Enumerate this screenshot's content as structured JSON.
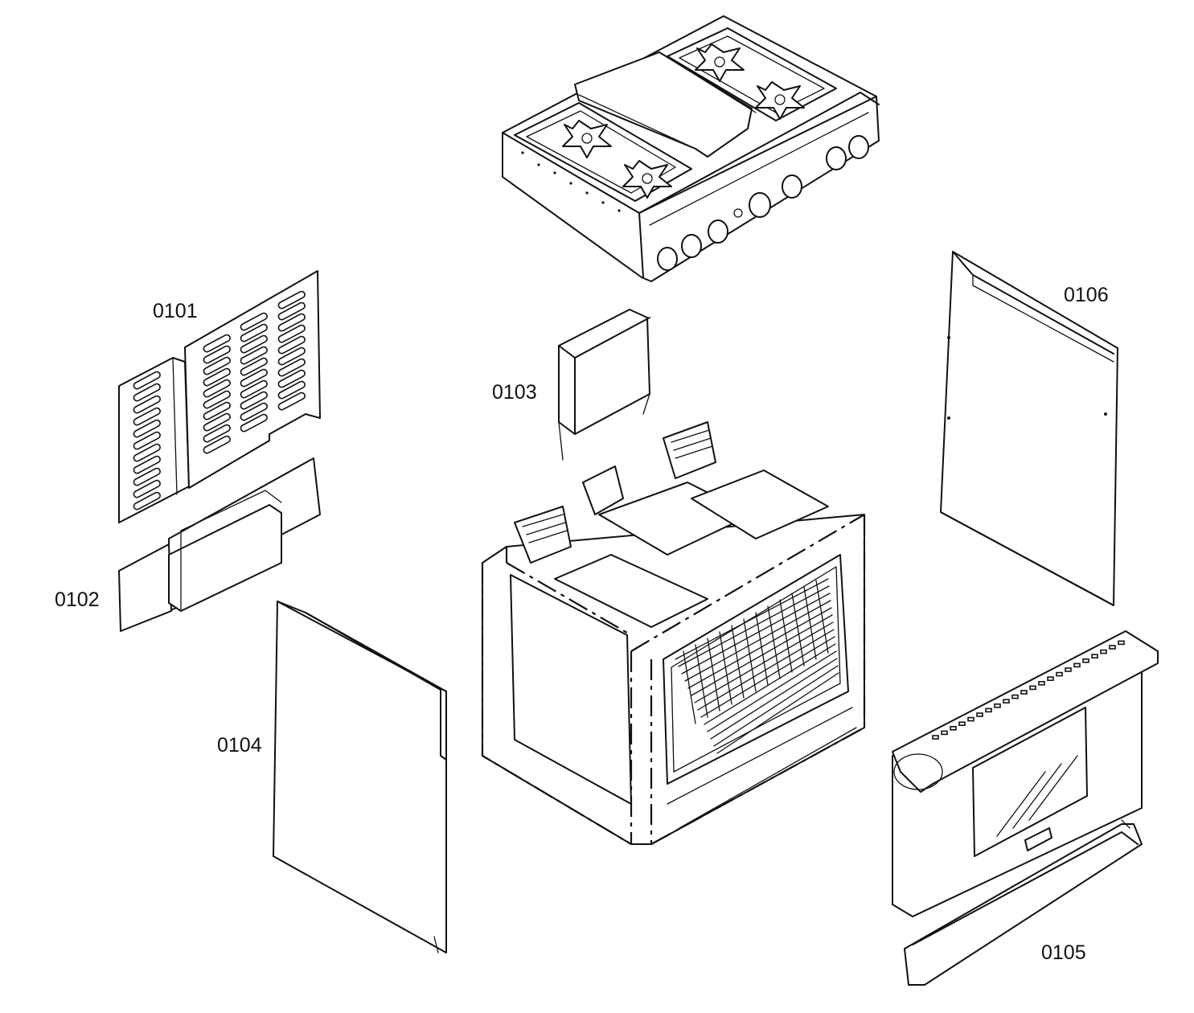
{
  "diagram": {
    "labels": {
      "p0101": "0101",
      "p0102": "0102",
      "p0103": "0103",
      "p0104": "0104",
      "p0105": "0105",
      "p0106": "0106"
    }
  }
}
